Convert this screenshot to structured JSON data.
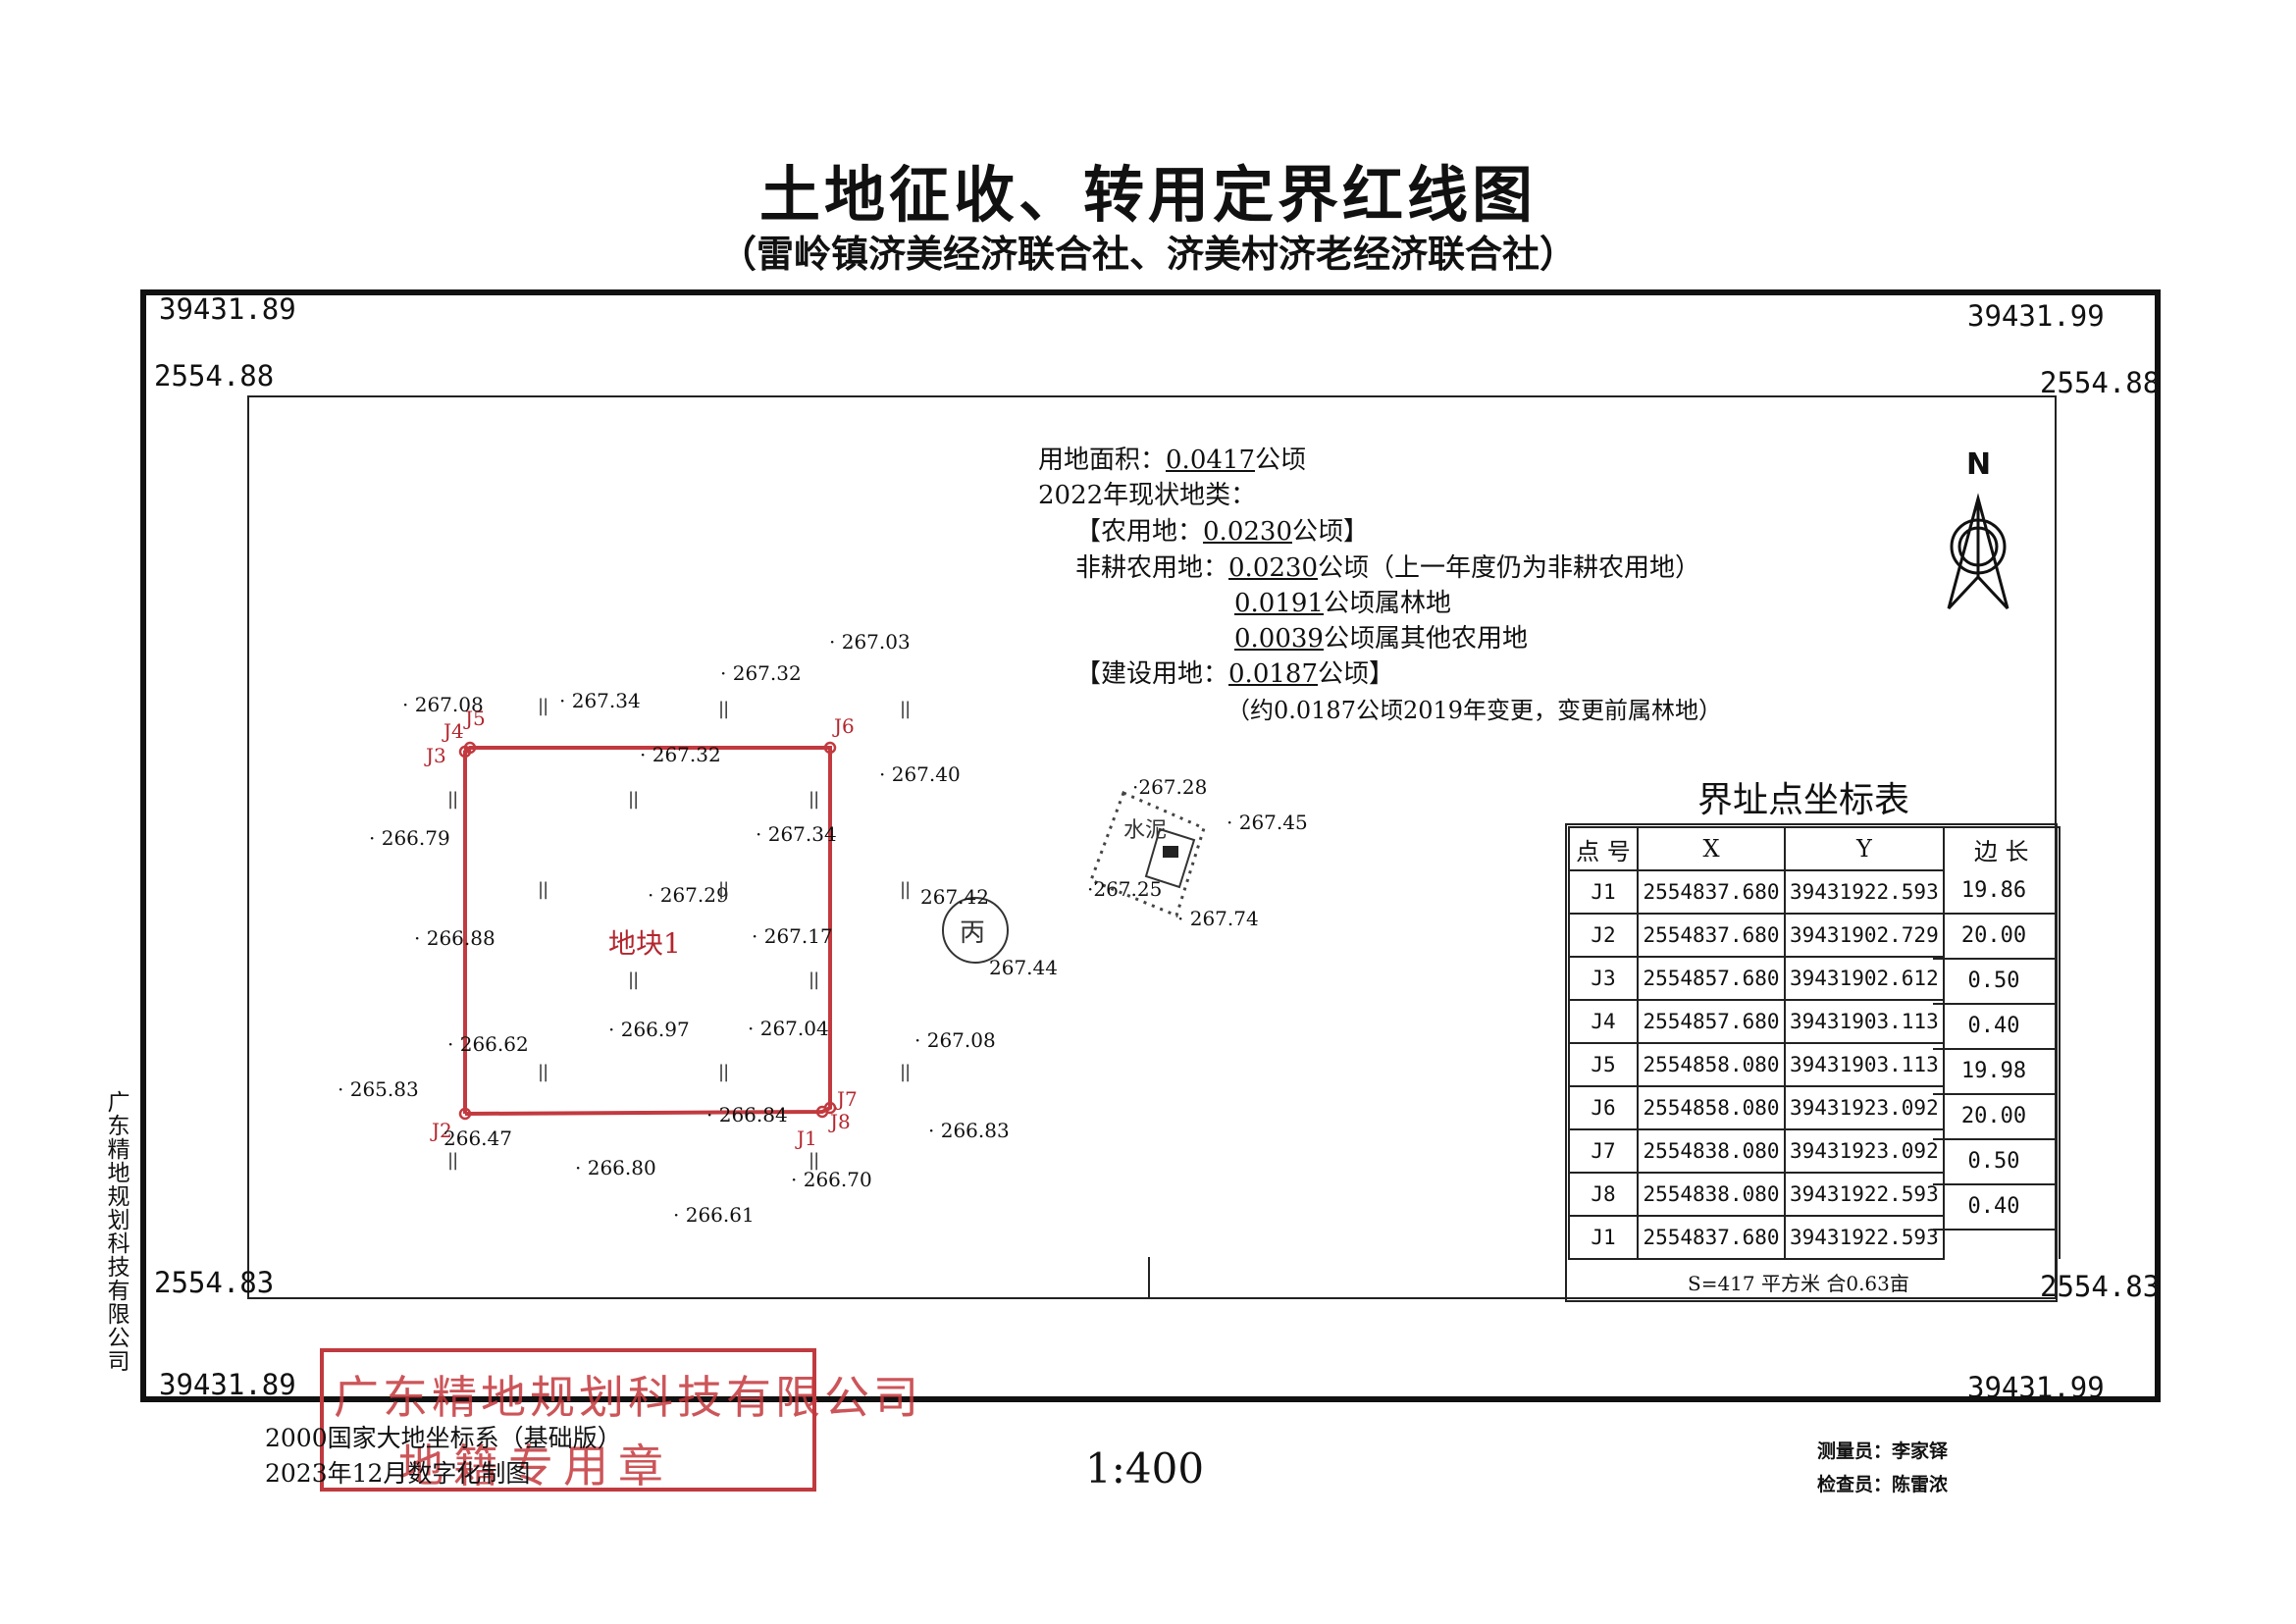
{
  "title": "土地征收、转用定界红线图",
  "subtitle": "（雷岭镇济美经济联合社、济美村济老经济联合社）",
  "corners": {
    "top_left_y": "39431.89",
    "top_left_x": "2554.88",
    "top_right_y": "39431.99",
    "top_right_x": "2554.88",
    "bottom_left_x": "2554.83",
    "bottom_left_y": "39431.89",
    "bottom_right_x": "2554.83",
    "bottom_right_y": "39431.99"
  },
  "info": {
    "area_label": "用地面积：",
    "area_value": "0.0417",
    "area_unit": "公顷",
    "status_label": "2022年现状地类：",
    "agri_open": "【农用地：",
    "agri_value": "0.0230",
    "agri_close": "公顷】",
    "nonfarm_label": "非耕农用地：",
    "nonfarm_value": "0.0230",
    "nonfarm_rest": "公顷（上一年度仍为非耕农用地）",
    "forest_value": "0.0191",
    "forest_rest": "公顷属林地",
    "other_value": "0.0039",
    "other_rest": "公顷属其他农用地",
    "build_open": "【建设用地：",
    "build_value": "0.0187",
    "build_close": "公顷】",
    "build_note": "（约0.0187公顷2019年变更，变更前属林地）"
  },
  "north_label": "N",
  "parcel_label": "地块1",
  "water_label": "水泥",
  "symbol_label": "丙",
  "tick_mark": "||",
  "boundary_points": {
    "J1": "J1",
    "J2": "J2",
    "J3": "J3",
    "J4": "J4",
    "J5": "J5",
    "J6": "J6",
    "J7": "J7",
    "J8": "J8"
  },
  "elevations": [
    "· 267.03",
    "· 267.32",
    "· 267.08",
    "· 267.34",
    "· 267.32",
    "· 267.40",
    "· 266.79",
    "· 267.34",
    "· 267.29",
    "267.42",
    "· 266.88",
    "· 267.17",
    "· 266.62",
    "· 266.97",
    "· 267.04",
    "· 267.08",
    "· 265.83",
    "· 266.84",
    "266.47",
    "· 266.83",
    "· 266.80",
    "· 266.70",
    "· 266.61",
    "·267.28",
    "· 267.45",
    "·267.25",
    "· 267.74",
    "267.44"
  ],
  "table": {
    "title": "界址点坐标表",
    "headers": {
      "pt": "点 号",
      "x": "X",
      "y": "Y",
      "len": "边 长"
    },
    "rows": [
      {
        "pt": "J1",
        "x": "2554837.680",
        "y": "39431922.593"
      },
      {
        "pt": "J2",
        "x": "2554837.680",
        "y": "39431902.729"
      },
      {
        "pt": "J3",
        "x": "2554857.680",
        "y": "39431902.612"
      },
      {
        "pt": "J4",
        "x": "2554857.680",
        "y": "39431903.113"
      },
      {
        "pt": "J5",
        "x": "2554858.080",
        "y": "39431903.113"
      },
      {
        "pt": "J6",
        "x": "2554858.080",
        "y": "39431923.092"
      },
      {
        "pt": "J7",
        "x": "2554838.080",
        "y": "39431923.092"
      },
      {
        "pt": "J8",
        "x": "2554838.080",
        "y": "39431922.593"
      },
      {
        "pt": "J1",
        "x": "2554837.680",
        "y": "39431922.593"
      }
    ],
    "edges": [
      "19.86",
      "20.00",
      "0.50",
      "0.40",
      "19.98",
      "20.00",
      "0.50",
      "0.40"
    ],
    "area_note": "S=417  平方米  合0.63亩"
  },
  "stamp": {
    "line1": "广东精地规划科技有限公司",
    "line2": "地籍专用章"
  },
  "side_company": "广东精地规划科技有限公司",
  "footer": {
    "coord_system": "2000国家大地坐标系（基础版）",
    "date": "2023年12月数字化制图",
    "scale": "1:400",
    "surveyor": "测量员：李家铎",
    "checker": "检查员：陈雷浓"
  }
}
